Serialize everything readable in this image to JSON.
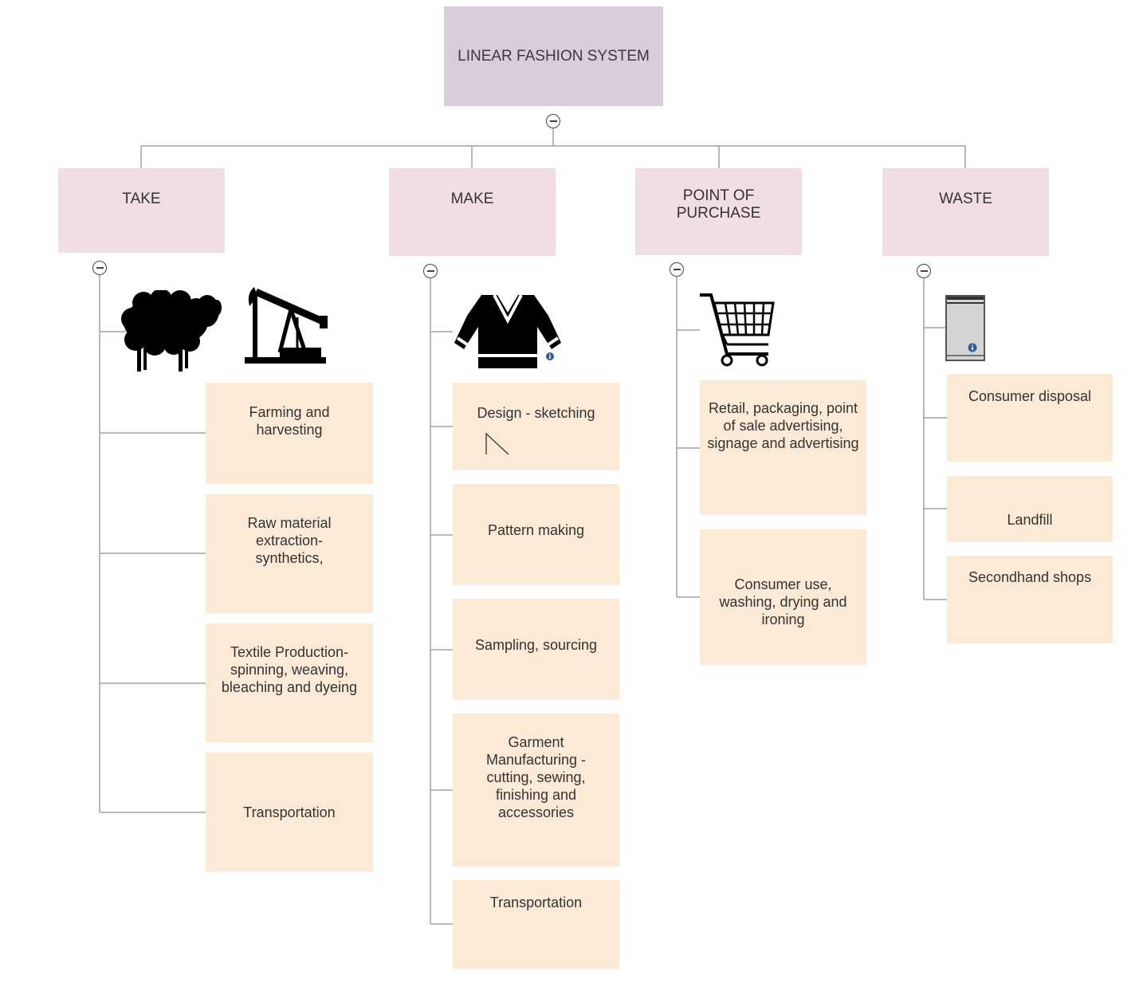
{
  "root": {
    "label": "LINEAR FASHION SYSTEM"
  },
  "categories": [
    {
      "label": "TAKE",
      "icons": [
        "sheep-icon",
        "oil-pump-icon"
      ],
      "items": [
        "Farming and harvesting",
        "Raw material extraction-synthetics,",
        "Textile Production- spinning, weaving, bleaching and dyeing",
        "Transportation"
      ]
    },
    {
      "label": "MAKE",
      "icons": [
        "garment-icon"
      ],
      "items": [
        "Design - sketching",
        "Pattern making",
        "Sampling, sourcing",
        "Garment Manufacturing - cutting, sewing, finishing and accessories",
        "Transportation"
      ]
    },
    {
      "label": "POINT OF PURCHASE",
      "icons": [
        "shopping-cart-icon"
      ],
      "items": [
        "Retail, packaging, point of sale advertising, signage and advertising",
        "Consumer use, washing, drying and ironing"
      ]
    },
    {
      "label": "WASTE",
      "icons": [
        "waste-bin-icon"
      ],
      "items": [
        "Consumer disposal",
        "Landfill",
        "Secondhand shops"
      ]
    }
  ],
  "colors": {
    "root_fill": "#d9ccdb",
    "category_fill": "#f1dde4",
    "leaf_fill": "#fbead6",
    "connector": "#9a9a9a"
  }
}
